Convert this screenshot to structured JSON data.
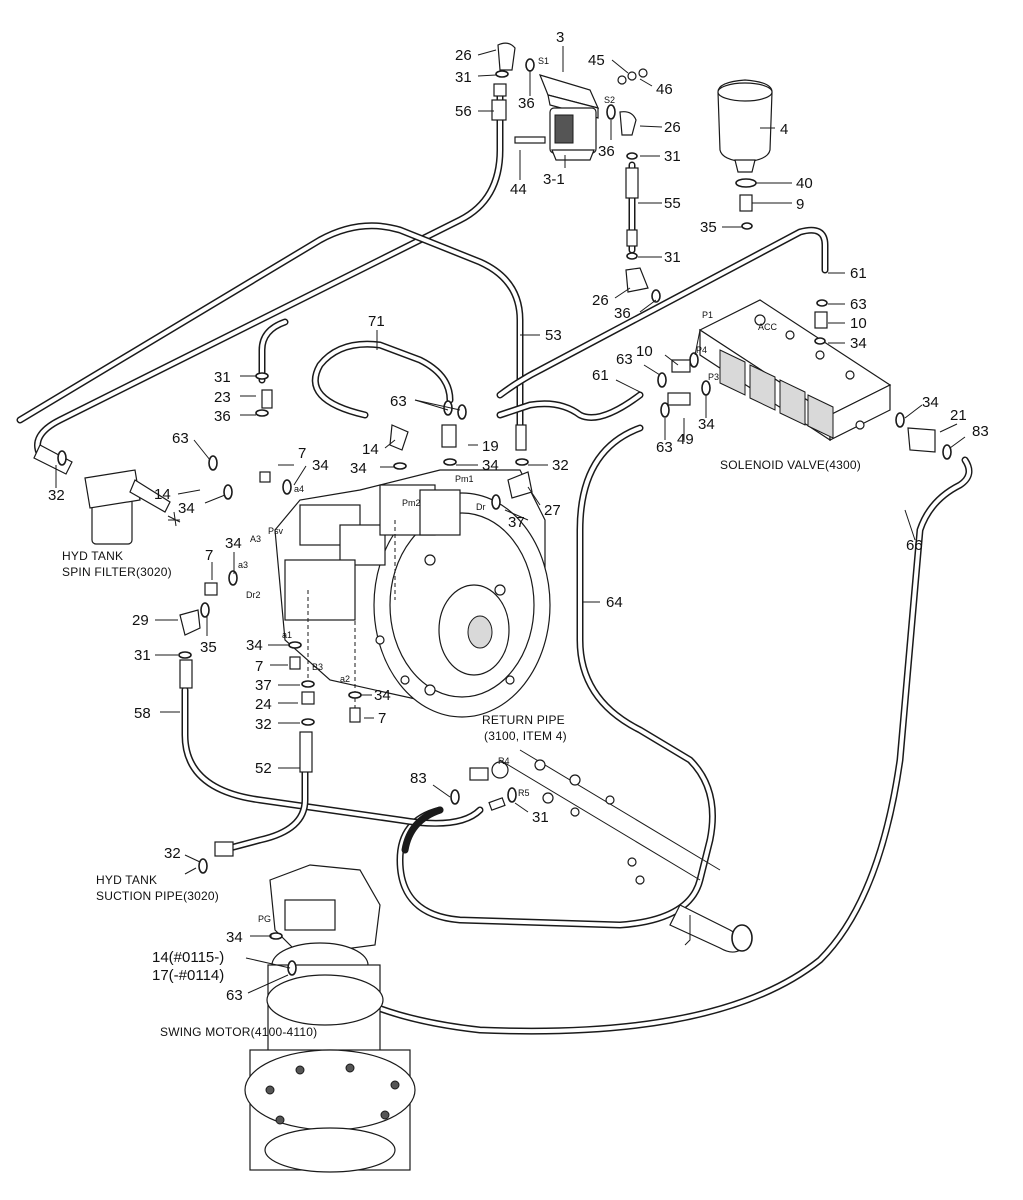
{
  "callouts": {
    "n26a": "26",
    "n3": "3",
    "n31a": "31",
    "n45": "45",
    "n46": "46",
    "n4": "4",
    "n36a": "36",
    "n56": "56",
    "n26b": "26",
    "n36b": "36",
    "n31b": "31",
    "n44": "44",
    "n31_3_1": "3-1",
    "n40": "40",
    "n9": "9",
    "n55": "55",
    "n35a": "35",
    "n31c": "31",
    "n61a": "61",
    "n26c": "26",
    "n63a": "63",
    "n36c": "36",
    "n10a": "10",
    "n71": "71",
    "n53": "53",
    "n34a": "34",
    "n63b": "63",
    "n10b": "10",
    "n31d": "31",
    "n61b": "61",
    "n23": "23",
    "n63c": "63",
    "n34b": "34",
    "n36d": "36",
    "n14a": "14",
    "n19": "19",
    "n63d": "63",
    "n49": "49",
    "n34c": "34",
    "n21": "21",
    "n83a": "83",
    "n63e": "63",
    "n7a": "7",
    "n34d": "34",
    "n34e": "34",
    "n32a": "32",
    "n32b": "32",
    "n14b": "14",
    "n34f": "34",
    "n37a": "37",
    "n27": "27",
    "n66": "66",
    "n7b": "7",
    "n34g": "34",
    "n29": "29",
    "n35b": "35",
    "n64": "64",
    "n34h": "34",
    "n31e": "31",
    "n7c": "7",
    "n58": "58",
    "n37b": "37",
    "n34i": "34",
    "n24": "24",
    "n7d": "7",
    "n32c": "32",
    "n52": "52",
    "n83b": "83",
    "n31f": "31",
    "n32d": "32",
    "n34j": "34",
    "n14c": "14(#0115-)",
    "n17": "17(-#0114)",
    "n63f": "63"
  },
  "port_labels": {
    "s1": "S1",
    "s2": "S2",
    "p1": "P1",
    "p4": "P4",
    "p3": "P3",
    "pm1": "Pm1",
    "pm2": "Pm2",
    "dr": "Dr",
    "a3": "A3",
    "psv": "Psv",
    "a4": "a4",
    "a3s": "a3",
    "dr2": "Dr2",
    "a1": "a1",
    "b3": "B3",
    "a2": "a2",
    "r4": "R4",
    "r5": "R5",
    "pg": "PG",
    "acc": "ACC"
  },
  "captions": {
    "return_pipe_1": "RETURN PIPE",
    "return_pipe_2": "(3100, ITEM 4)",
    "solenoid_valve": "SOLENOID VALVE(4300)",
    "spin_filter_1": "HYD TANK",
    "spin_filter_2": "SPIN FILTER(3020)",
    "suction_pipe_1": "HYD TANK",
    "suction_pipe_2": "SUCTION PIPE(3020)",
    "swing_motor": "SWING MOTOR(4100-4110)"
  }
}
